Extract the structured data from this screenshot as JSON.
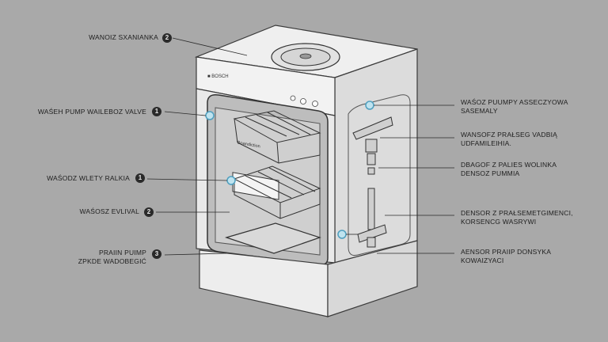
{
  "callouts_left": [
    {
      "id": "top",
      "text": "WANOIZ SXANIANKA",
      "num": "2"
    },
    {
      "id": "valve",
      "text": "WAŚEH PUMP WAILEBOZ VALVE",
      "num": "1"
    },
    {
      "id": "inlet",
      "text": "WAŚODZ WLETY RALKIA",
      "num": "1"
    },
    {
      "id": "evival",
      "text": "WAŚOSZ EVLIVAL",
      "num": "2"
    },
    {
      "id": "drain",
      "text": "PRAIIN PUIMP\nZPKDE WADOBEGIĆ",
      "num": "3"
    }
  ],
  "callouts_right": [
    {
      "id": "assembly",
      "text": "WAŚOZ PUUMPY ASSECZYOWA\nSASEMALY"
    },
    {
      "id": "spray",
      "text": "WANSOFZ PRAŁSEG VADBIĄ\nUDFAMILEIHIA."
    },
    {
      "id": "pales",
      "text": "DBAGOF Z PALIES WOLINKA\nDENSOZ PUMMIA"
    },
    {
      "id": "densor",
      "text": "DENSOR Z PRAŁSEMETGIMENCI,\nKORSENCG WASRYWI"
    },
    {
      "id": "aensor",
      "text": "AENSOR PRAIIP DONSYKA\nKOWAIZYACI"
    }
  ],
  "panel": {
    "brand": "■ BOSCH",
    "rack_label": "Boandiction"
  },
  "colors": {
    "background": "#a9a9a9",
    "body": "#ececec",
    "line": "#3a3a3a",
    "accent": "#4f9fbf"
  }
}
